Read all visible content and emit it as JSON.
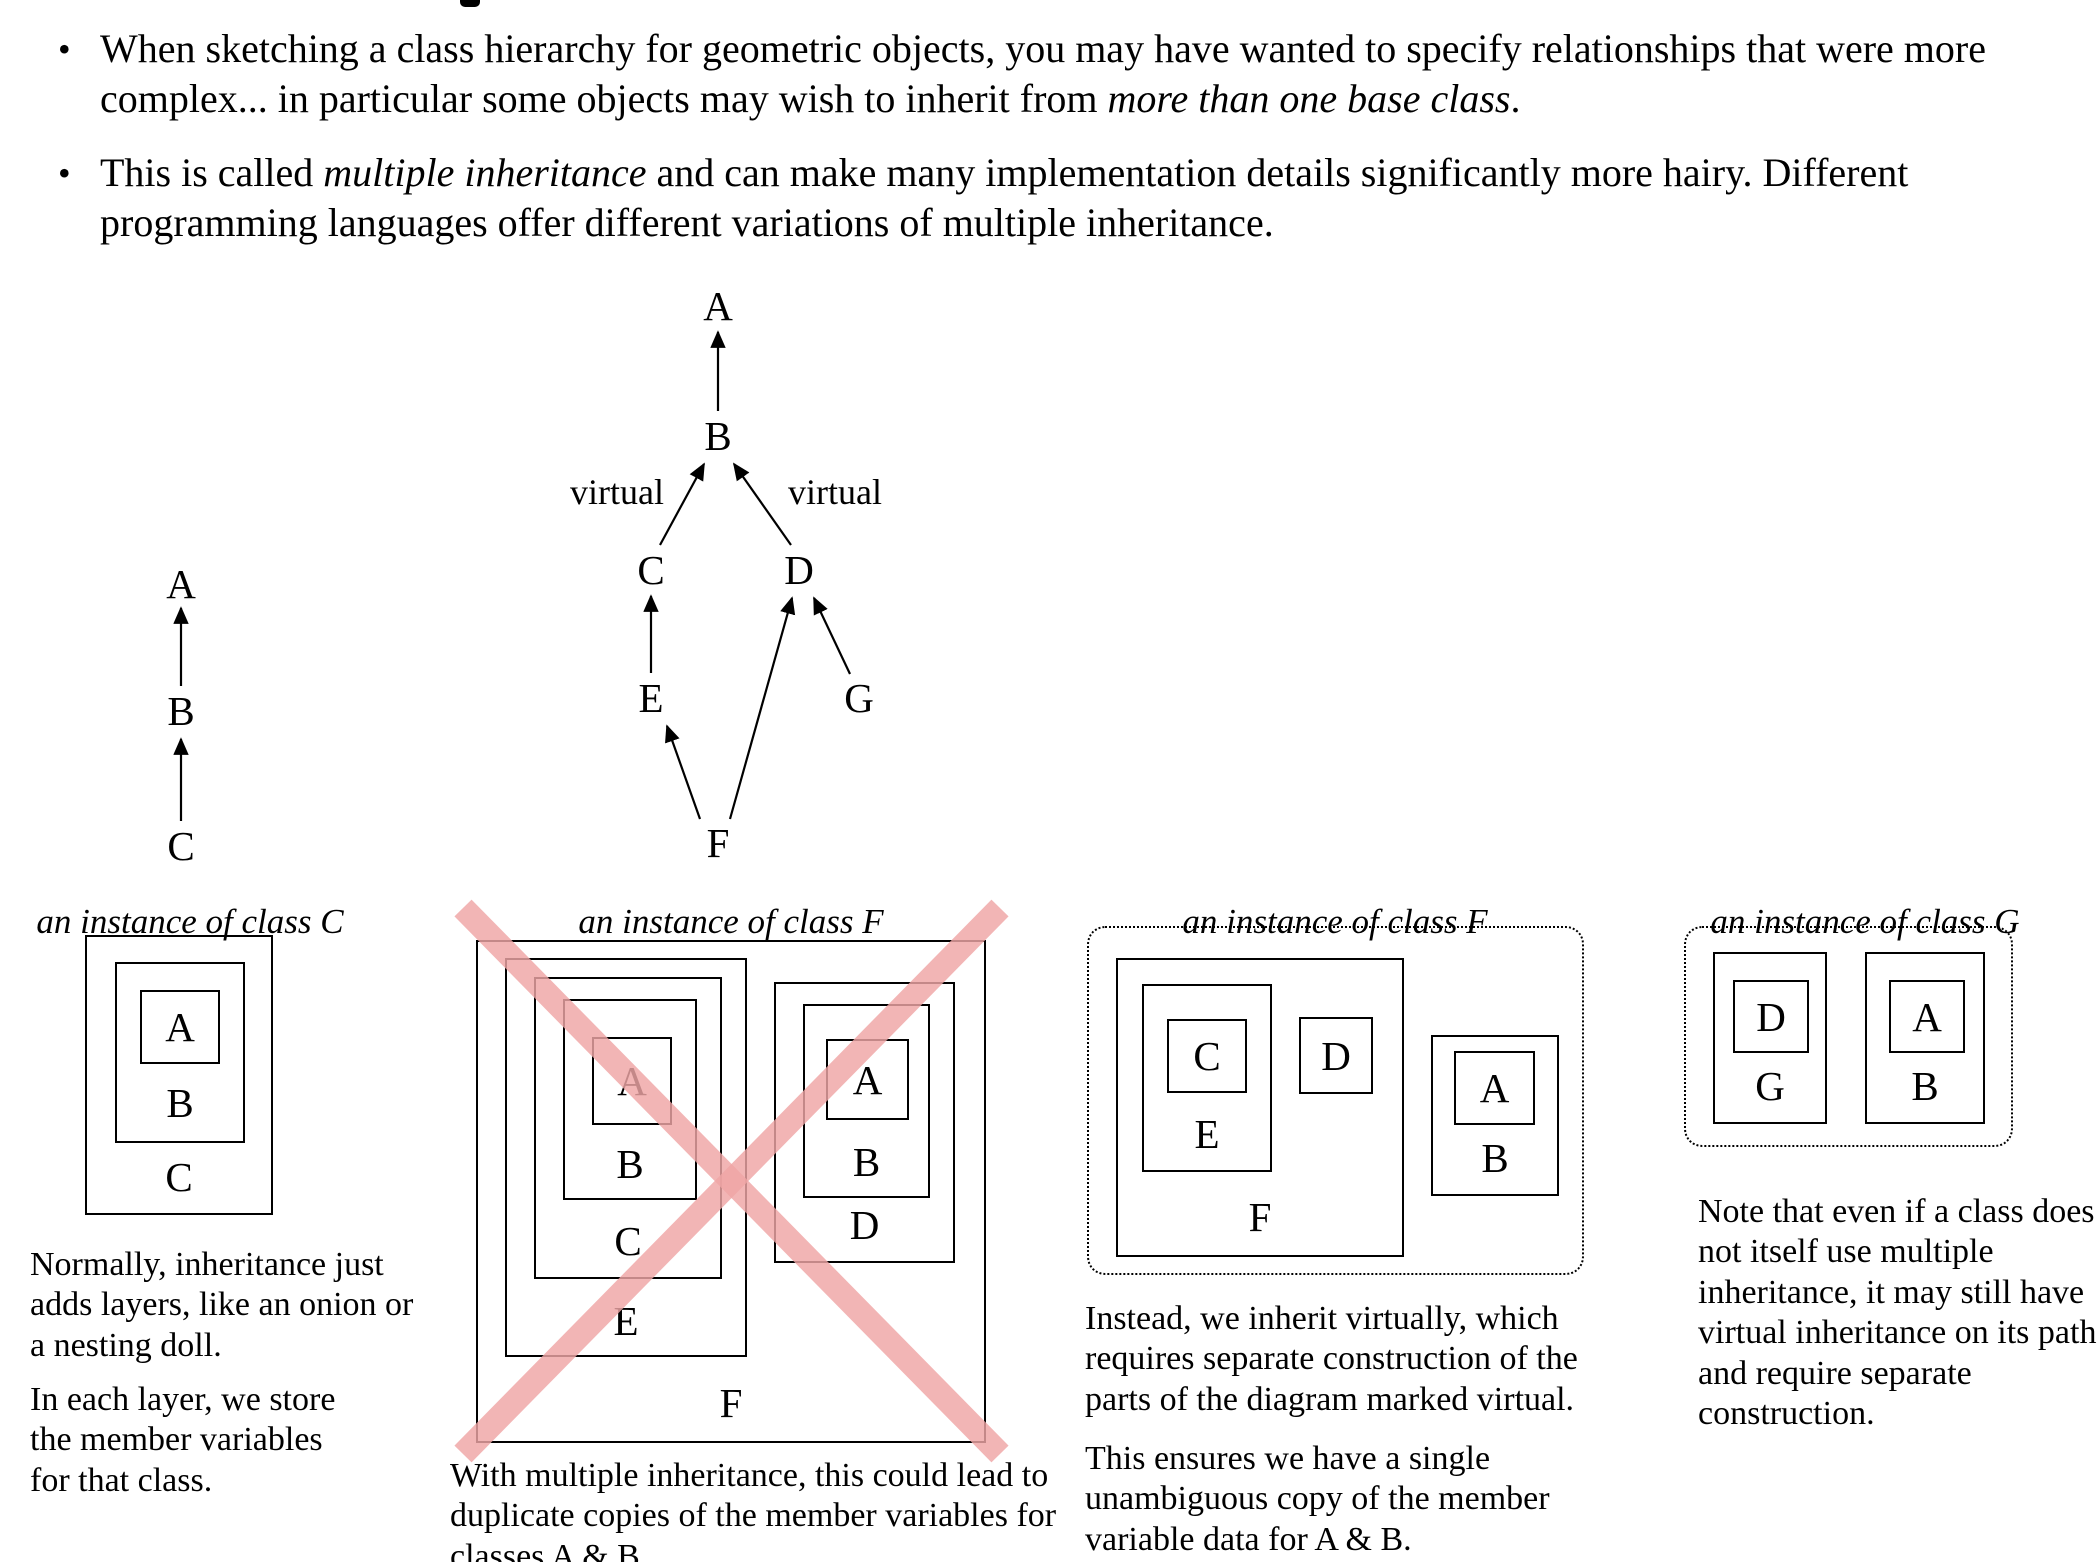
{
  "list": {
    "marker": "•"
  },
  "colors": {
    "cross": "#f0a6a6"
  },
  "bullets": [
    {
      "pre": "When sketching a class hierarchy for geometric objects, you may have wanted to specify relationships that were more complex... in particular some objects may wish to inherit from ",
      "italic": "more than one base class",
      "post": "."
    },
    {
      "pre": "This is called ",
      "italic": "multiple inheritance",
      "post": " and can make many implementation details significantly more hairy. Different programming languages offer different variations of multiple inheritance."
    }
  ],
  "hierarchy": {
    "chain": {
      "a": "A",
      "b": "B",
      "c": "C"
    },
    "graph": {
      "a": "A",
      "b": "B",
      "c": "C",
      "d": "D",
      "e": "E",
      "f": "F",
      "g": "G",
      "virtual_left": "virtual",
      "virtual_right": "virtual"
    }
  },
  "instance_c": {
    "title": "an instance of class C",
    "label_a": "A",
    "label_b": "B",
    "label_c": "C",
    "caption_1": "Normally, inheritance just adds layers, like an onion or a nesting doll.",
    "caption_2": "In each layer, we store the member variables for that class."
  },
  "instance_f_dup": {
    "title": "an instance of class F",
    "left": {
      "a": "A",
      "b": "B",
      "c": "C",
      "e": "E"
    },
    "right": {
      "a": "A",
      "b": "B",
      "d": "D"
    },
    "label_f": "F",
    "caption": "With multiple inheritance, this could lead to duplicate copies of the member variables for classes A & B."
  },
  "instance_f_virtual": {
    "title": "an instance of class F",
    "label_a": "A",
    "label_b": "B",
    "label_c": "C",
    "label_d": "D",
    "label_e": "E",
    "label_f": "F",
    "caption_1": "Instead, we inherit virtually, which requires separate construction of the parts of the diagram marked virtual.",
    "caption_2": "This ensures we have a single unambiguous copy of the member variable data for A & B."
  },
  "instance_g": {
    "title": "an instance of class G",
    "label_a": "A",
    "label_b": "B",
    "label_d": "D",
    "label_g": "G",
    "caption": "Note that even if a class does not itself use multiple inheritance, it may still have virtual inheritance on its path and require separate construction."
  }
}
